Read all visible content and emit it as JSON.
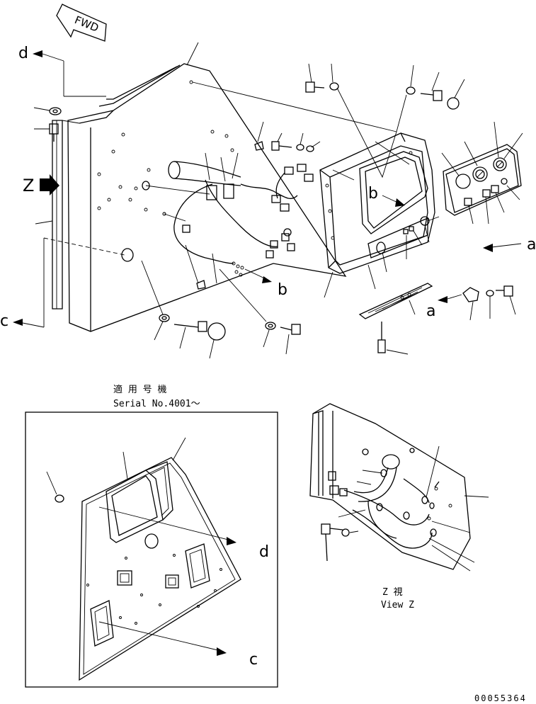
{
  "labels": {
    "fwd": "FWD",
    "z": "Z",
    "a": "a",
    "b": "b",
    "c": "c",
    "d": "d"
  },
  "inset": {
    "title_jp": "適 用 号 機",
    "serial": "Serial No.4001～"
  },
  "view_z": {
    "jp": "Z 視",
    "en": "View Z"
  },
  "drawing_number": "00055364"
}
